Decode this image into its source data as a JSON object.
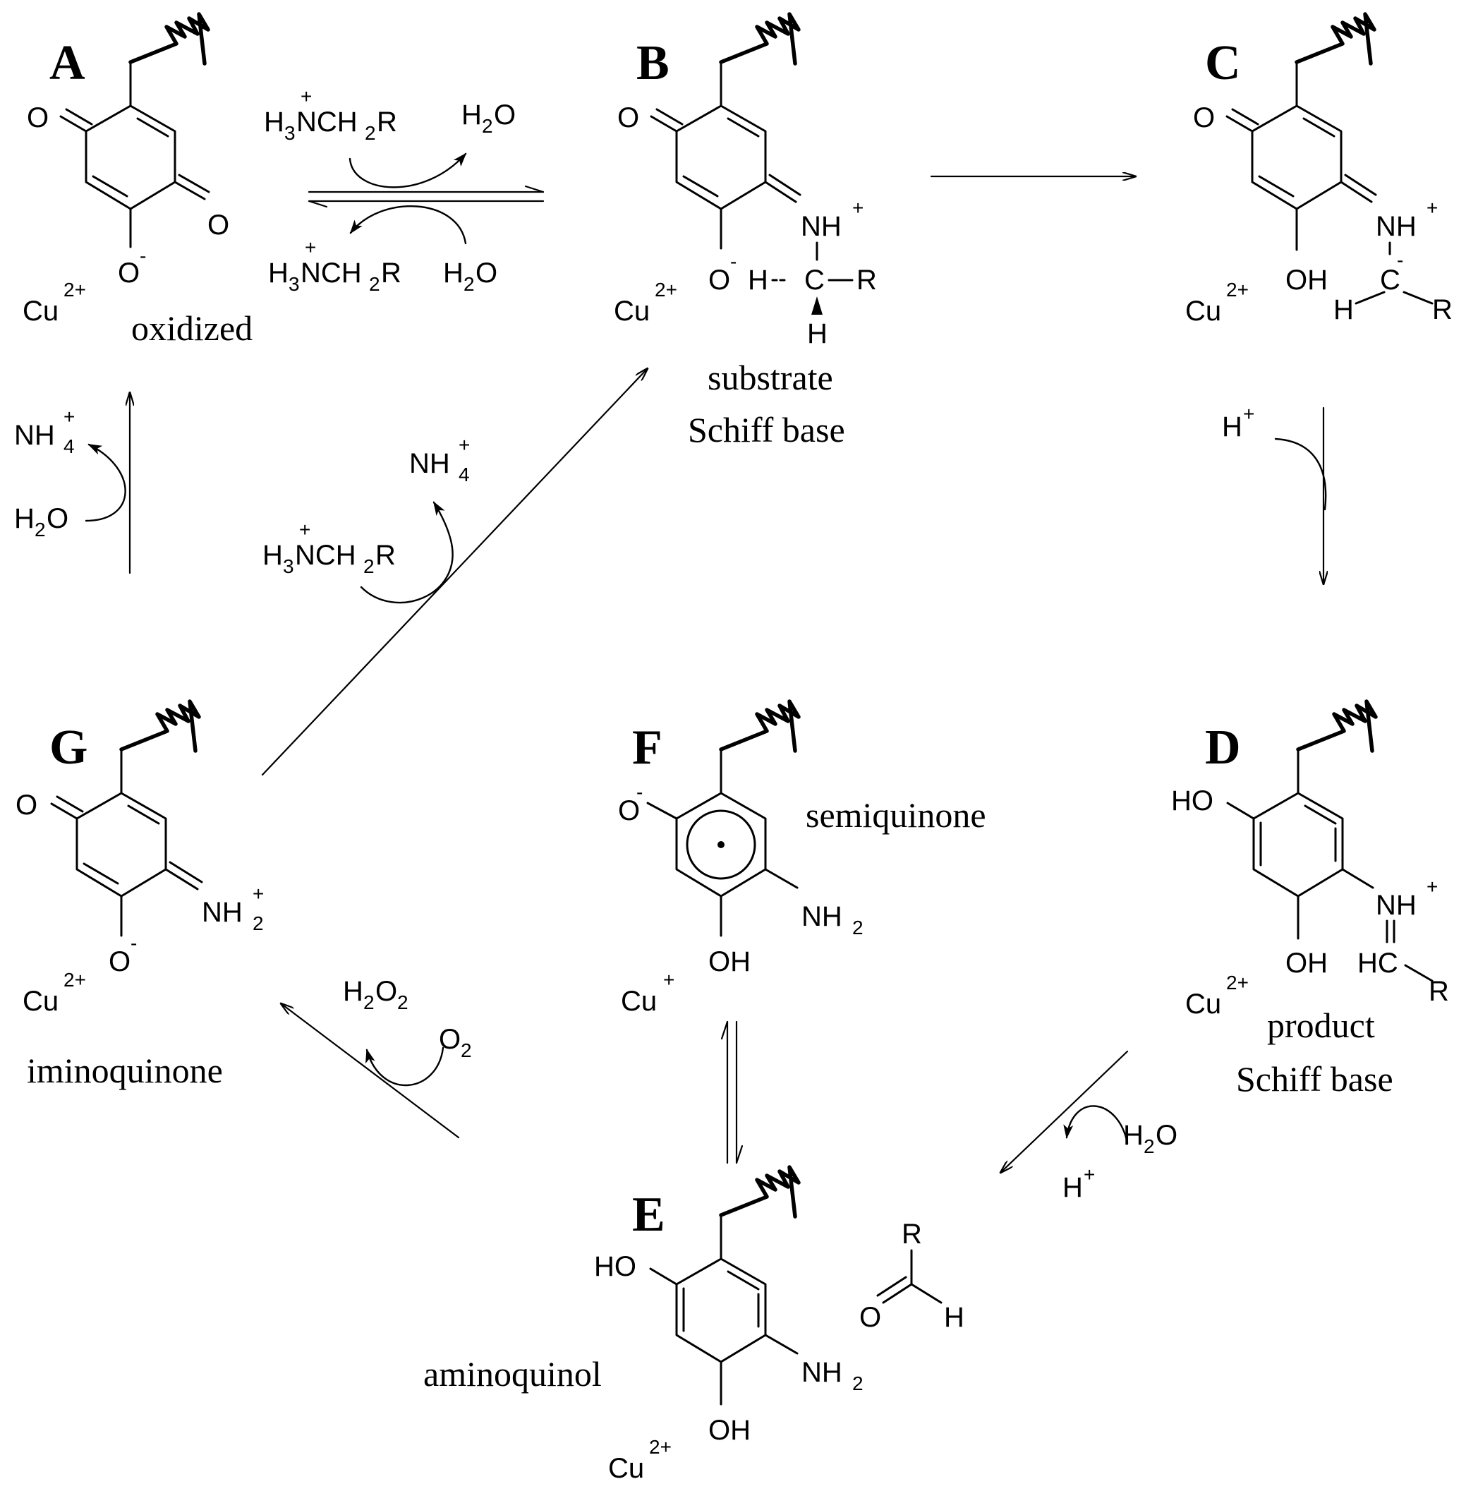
{
  "structures": {
    "A": {
      "label": "A",
      "caption": "oxidized",
      "metal": "Cu",
      "metal_charge": "2+"
    },
    "B": {
      "label": "B",
      "caption_1": "substrate",
      "caption_2": "Schiff base",
      "metal": "Cu",
      "metal_charge": "2+"
    },
    "C": {
      "label": "C",
      "metal": "Cu",
      "metal_charge": "2+"
    },
    "D": {
      "label": "D",
      "caption_1": "product",
      "caption_2": "Schiff base",
      "metal": "Cu",
      "metal_charge": "2+"
    },
    "E": {
      "label": "E",
      "caption": "aminoquinol",
      "metal": "Cu",
      "metal_charge": "2+"
    },
    "F": {
      "label": "F",
      "caption": "semiquinone",
      "metal": "Cu",
      "metal_charge": "+"
    },
    "G": {
      "label": "G",
      "caption": "iminoquinone",
      "metal": "Cu",
      "metal_charge": "2+"
    }
  },
  "atoms": {
    "O": "O",
    "OH": "OH",
    "HO": "HO",
    "NH": "NH",
    "NH2": "NH",
    "H": "H",
    "R": "R",
    "C": "C",
    "HC": "HC",
    "plus": "+",
    "minus": "-",
    "two": "2"
  },
  "reagents": {
    "amine": "H3NCH2R",
    "water": "H2O",
    "ammonium": "NH4+",
    "proton": "H+",
    "hydrogen_peroxide": "H2O2",
    "oxygen": "O2"
  },
  "reagent_parts": {
    "H": "H",
    "three": "3",
    "NCH": "NCH",
    "two": "2",
    "R": "R",
    "O": "O",
    "NH": "NH",
    "four": "4",
    "plus": "+"
  }
}
